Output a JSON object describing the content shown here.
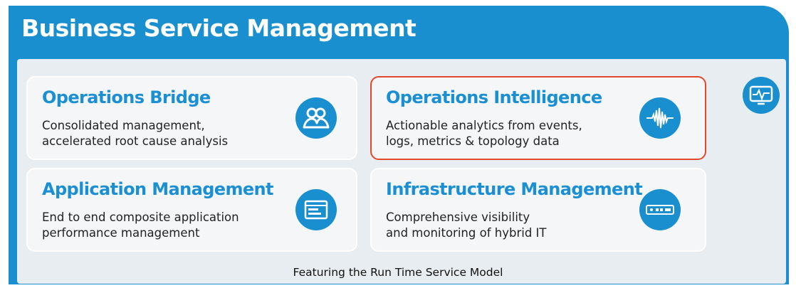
{
  "header": {
    "title": "Business Service Management"
  },
  "cards": [
    {
      "title": "Operations Bridge",
      "description": "Consolidated management,\naccelerated root cause analysis",
      "icon": "users-icon"
    },
    {
      "title": "Operations Intelligence",
      "description": "Actionable analytics from events,\nlogs, metrics & topology  data",
      "icon": "waveform-icon",
      "highlighted": true
    },
    {
      "title": "Application Management",
      "description": "End to end composite application\nperformance management",
      "icon": "application-window-icon"
    },
    {
      "title": "Infrastructure Management",
      "description": "Comprehensive visibility\nand monitoring of hybrid IT",
      "icon": "server-icon"
    }
  ],
  "side_icon": "monitor-pulse-icon",
  "footer": {
    "text": "Featuring the Run Time Service Model"
  },
  "colors": {
    "brand_blue": "#1a8fd0",
    "highlight": "#e2482b",
    "panel_bg": "#e8edf1"
  }
}
